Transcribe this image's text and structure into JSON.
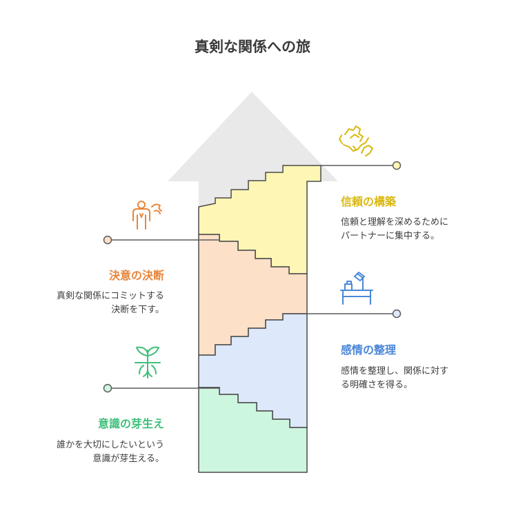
{
  "title": "真剣な関係への旅",
  "colors": {
    "arrow": "#e9e9e9",
    "trust": "#fdf6b4",
    "decision": "#fde0c8",
    "emotion": "#dde8fb",
    "awareness": "#cdf6df",
    "outline": "#4a4a4a",
    "trust_text": "#d9b80f",
    "decision_text": "#e8843a",
    "emotion_text": "#4a86d8",
    "awareness_text": "#3fbf7a"
  },
  "stages": [
    {
      "key": "awareness",
      "title": "意識の芽生え",
      "desc_lines": [
        "誰かを大切にしたいという",
        "意識が芽生える。"
      ],
      "icon": "sprout-icon"
    },
    {
      "key": "emotion",
      "title": "感情の整理",
      "desc_lines": [
        "感情を整理し、関係に対す",
        "る明確さを得る。"
      ],
      "icon": "desk-lamp-icon"
    },
    {
      "key": "decision",
      "title": "決意の決断",
      "desc_lines": [
        "真剣な関係にコミットする",
        "決断を下す。"
      ],
      "icon": "person-speaking-icon"
    },
    {
      "key": "trust",
      "title": "信頼の構築",
      "desc_lines": [
        "信頼と理解を深めるために",
        "パートナーに集中する。"
      ],
      "icon": "handshake-icon"
    }
  ]
}
